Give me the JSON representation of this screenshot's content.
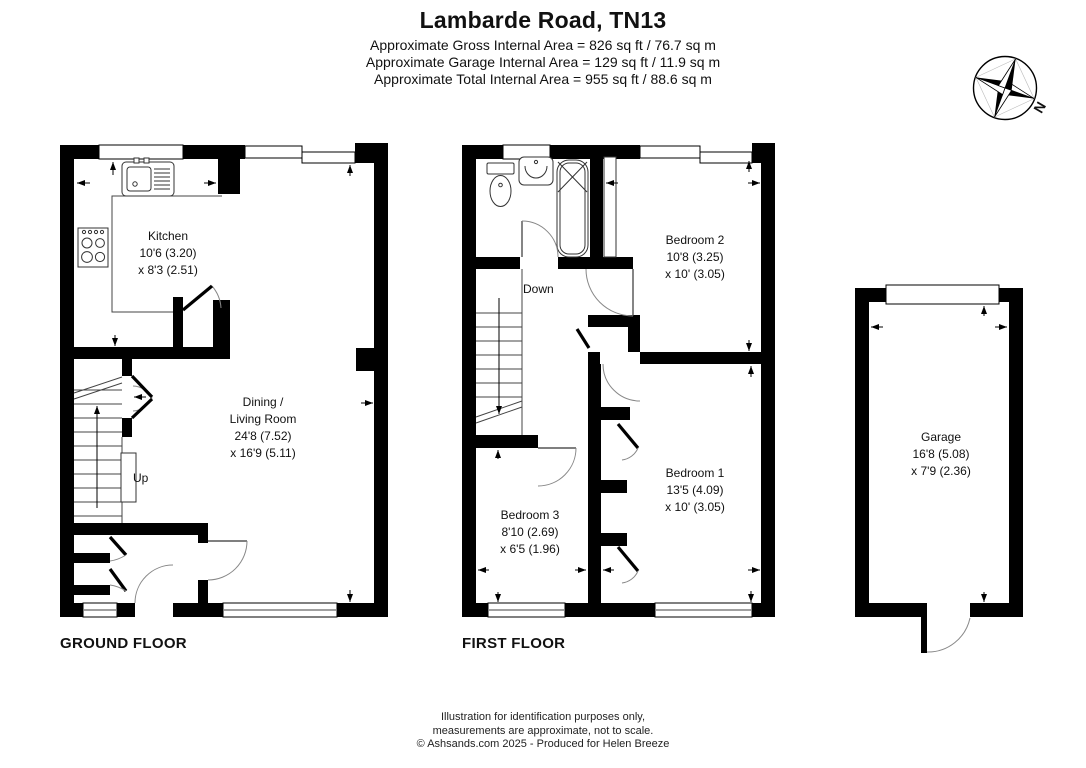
{
  "header": {
    "title": "Lambarde Road, TN13",
    "area_lines": [
      "Approximate Gross Internal Area = 826 sq ft / 76.7 sq m",
      "Approximate Garage Internal Area = 129 sq ft / 11.9 sq m",
      "Approximate Total Internal Area = 955 sq ft / 88.6 sq m"
    ]
  },
  "compass": {
    "north_label": "N"
  },
  "ground_floor": {
    "label": "GROUND FLOOR",
    "stair_label": "Up",
    "kitchen": {
      "name": "Kitchen",
      "dims1": "10'6 (3.20)",
      "dims2": "x 8'3 (2.51)"
    },
    "living": {
      "name1": "Dining /",
      "name2": "Living Room",
      "dims1": "24'8 (7.52)",
      "dims2": "x 16'9 (5.11)"
    }
  },
  "first_floor": {
    "label": "FIRST FLOOR",
    "stair_label": "Down",
    "bedroom2": {
      "name": "Bedroom 2",
      "dims1": "10'8 (3.25)",
      "dims2": "x 10' (3.05)"
    },
    "bedroom1": {
      "name": "Bedroom 1",
      "dims1": "13'5 (4.09)",
      "dims2": "x 10' (3.05)"
    },
    "bedroom3": {
      "name": "Bedroom 3",
      "dims1": "8'10 (2.69)",
      "dims2": "x 6'5 (1.96)"
    }
  },
  "garage": {
    "room": {
      "name": "Garage",
      "dims1": "16'8 (5.08)",
      "dims2": "x 7'9 (2.36)"
    }
  },
  "footer": {
    "lines": [
      "Illustration for identification purposes only,",
      "measurements are approximate, not to scale.",
      "© Ashsands.com 2025 - Produced for Helen Breeze"
    ]
  },
  "colors": {
    "wall": "#000000",
    "background": "#ffffff",
    "text": "#111111"
  }
}
